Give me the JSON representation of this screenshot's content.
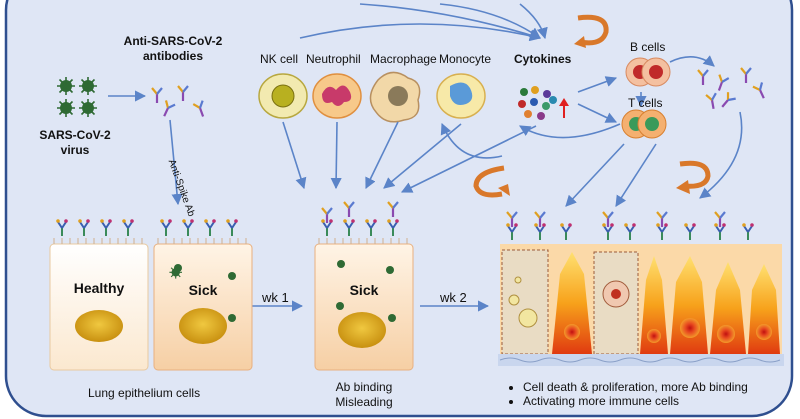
{
  "labels": {
    "antibodies": "Anti-SARS-CoV-2\nantibodies",
    "virus": "SARS-CoV-2\nvirus",
    "anti_spike": "Anti-Spike Ab",
    "nk_cell": "NK cell",
    "neutrophil": "Neutrophil",
    "macrophage": "Macrophage",
    "monocyte": "Monocyte",
    "cytokines": "Cytokines",
    "b_cells": "B cells",
    "t_cells": "T cells",
    "healthy": "Healthy",
    "sick": "Sick",
    "sick_2": "Sick",
    "wk1": "wk 1",
    "wk2": "wk 2",
    "lung_epithelium": "Lung epithelium cells",
    "ab_binding": "Ab binding\nMisleading"
  },
  "bullets": [
    "Cell death & proliferation, more Ab binding",
    "Activating more immune cells"
  ],
  "colors": {
    "background": "#dfe6f5",
    "border": "#2f4f8f",
    "arrow": "#5b84c8",
    "cycle_arrow": "#d9782a",
    "virus": "#2f5f2f",
    "epithelium_healthy": "#fdf0dc",
    "epithelium_sick": "#f9d9b4",
    "nucleus": "#d8a520"
  }
}
